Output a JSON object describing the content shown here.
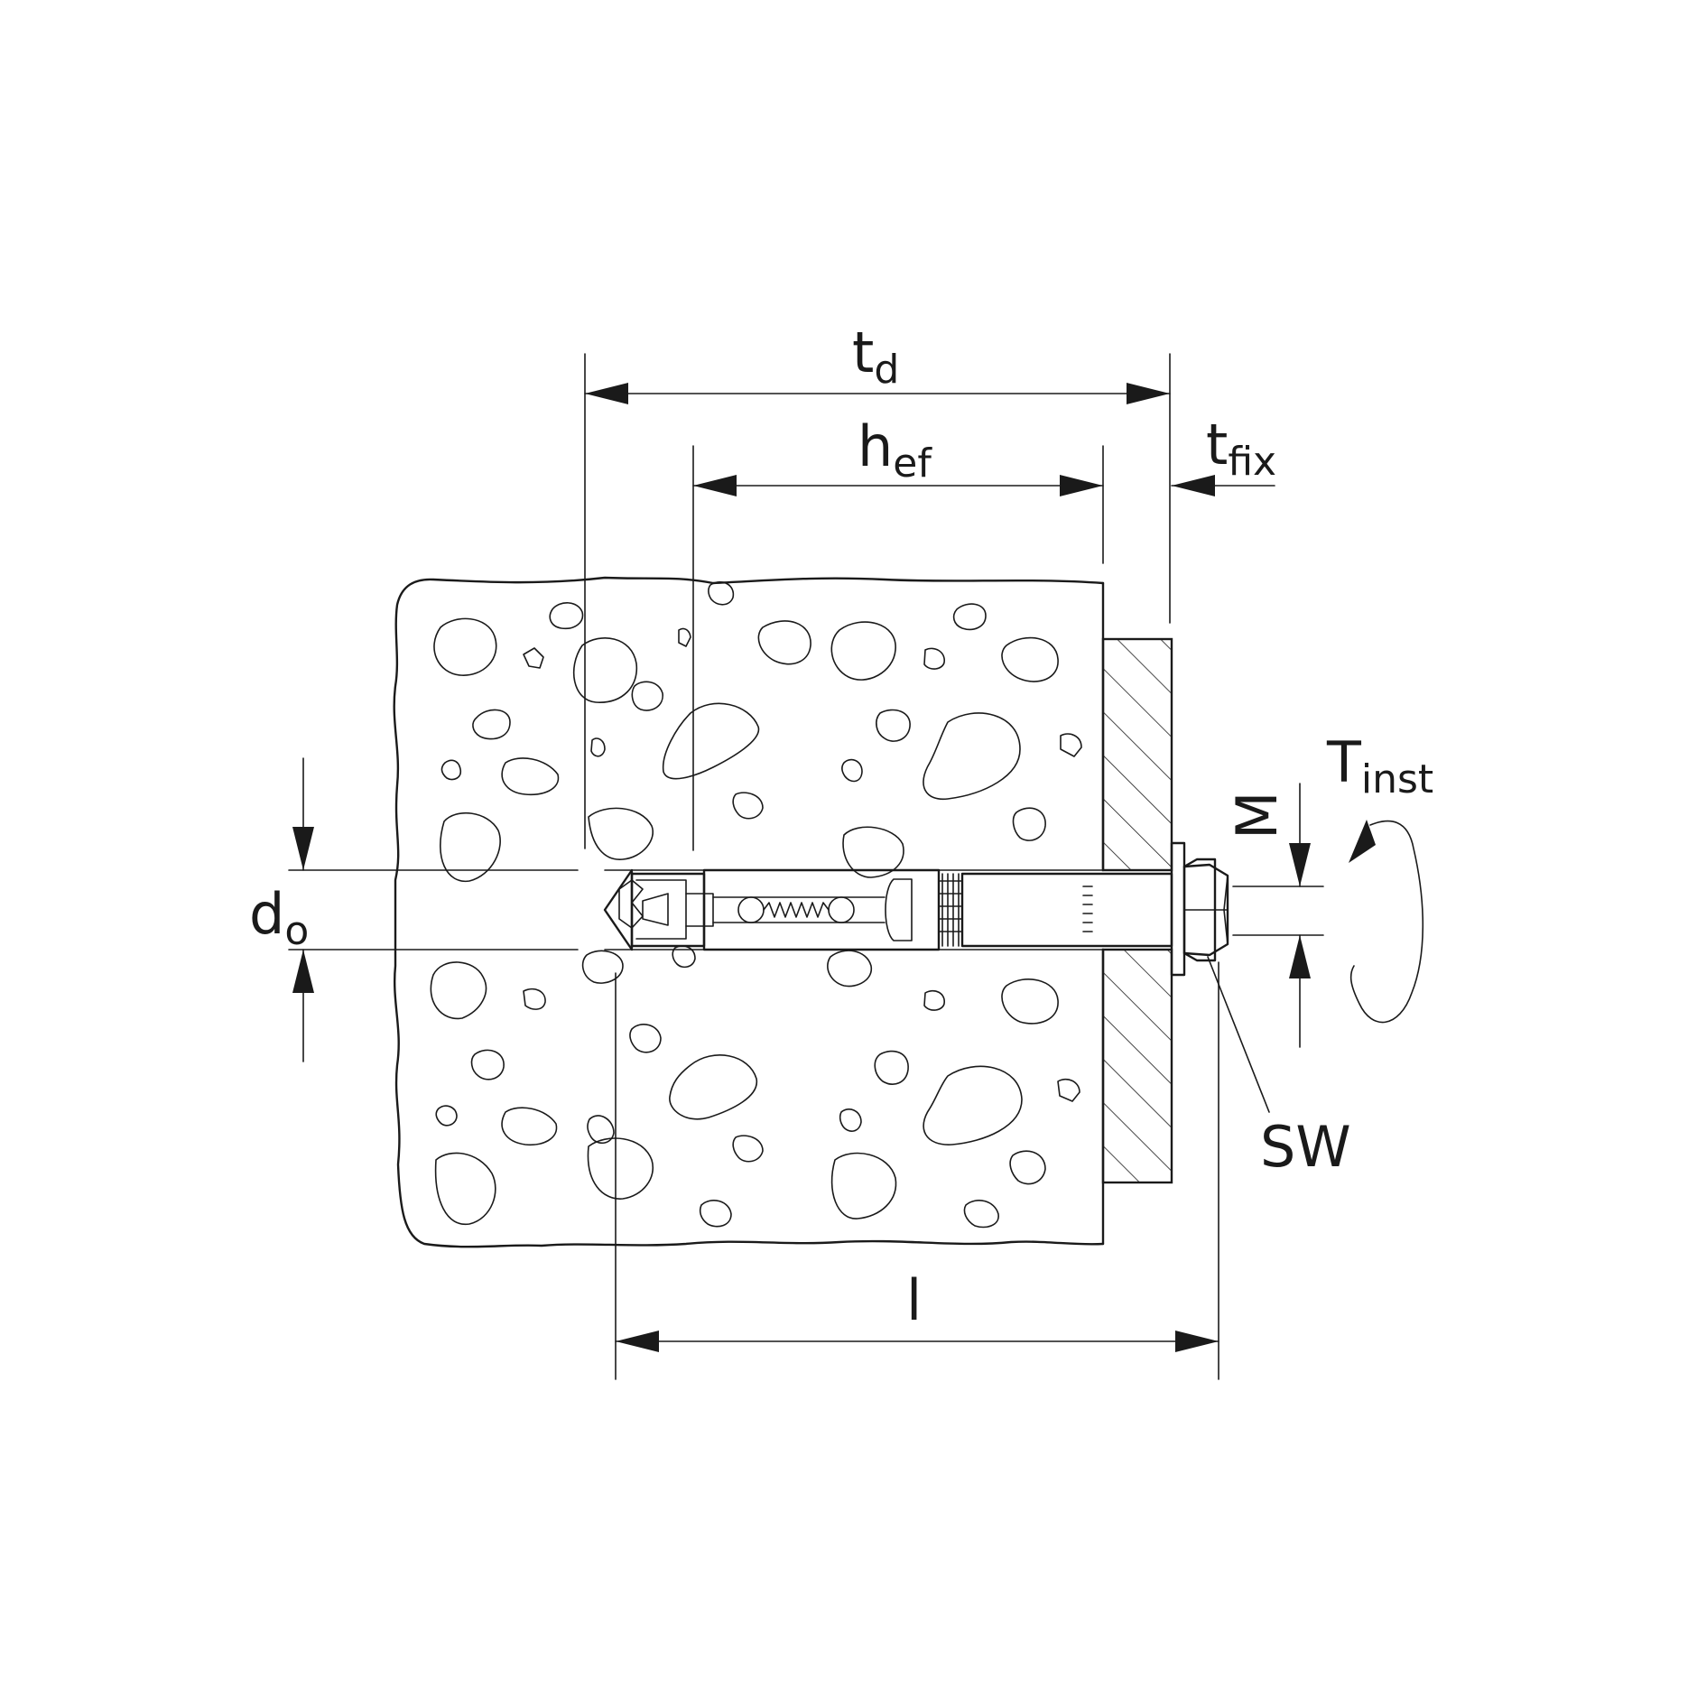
{
  "labels": {
    "td": {
      "main": "t",
      "sub": "d"
    },
    "hef": {
      "main": "h",
      "sub": "ef"
    },
    "tfix": {
      "main": "t",
      "sub": "fix"
    },
    "tinst": {
      "main": "T",
      "sub": "inst"
    },
    "d0": {
      "main": "d",
      "sub": "o"
    },
    "m": "M",
    "sw": "SW",
    "l": "l"
  }
}
